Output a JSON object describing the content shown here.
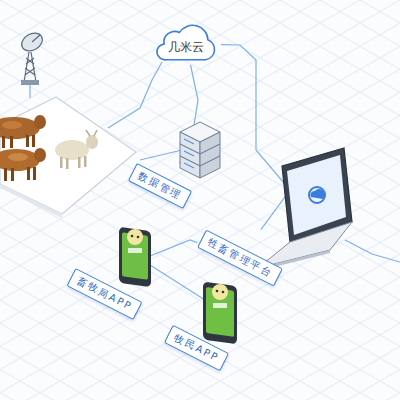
{
  "diagram": {
    "nodes": [
      {
        "text": [
          "几米云"
        ]
      },
      {
        "text": [
          "数据管理"
        ]
      },
      {
        "text": [
          "牲畜管理平台"
        ]
      },
      {
        "text": [
          "畜牧局APP"
        ]
      },
      {
        "text": [
          "牧民APP"
        ]
      }
    ],
    "edges": [
      {
        "from": 0,
        "to": 1,
        "arrow": "none"
      },
      {
        "from": 0,
        "to": 2,
        "arrow": "none"
      },
      {
        "from": 2,
        "to": 3,
        "arrow": "none"
      },
      {
        "from": 2,
        "to": 4,
        "arrow": "none"
      }
    ]
  }
}
